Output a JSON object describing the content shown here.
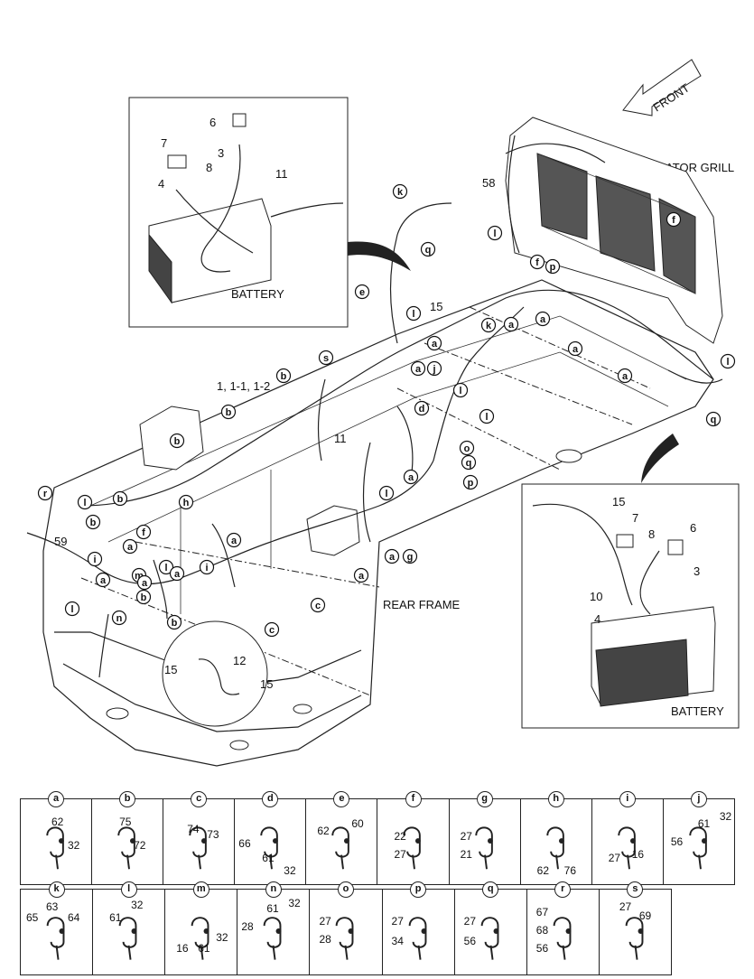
{
  "callouts": {
    "front": "FRONT",
    "radiator_grill": "RADIATOR GRILL",
    "battery_top": "BATTERY",
    "battery_right": "BATTERY",
    "rear_frame": "REAR FRAME",
    "harness": "1, 1-1, 1-2",
    "n58": "58",
    "n59": "59",
    "n11": "11",
    "n15": "15",
    "detail_top": {
      "n6": "6",
      "n7": "7",
      "n3": "3",
      "n8": "8",
      "n11": "11",
      "n4": "4"
    },
    "detail_right": {
      "n15": "15",
      "n7": "7",
      "n8": "8",
      "n6": "6",
      "n3": "3",
      "n10": "10",
      "n4": "4"
    },
    "detail_round": {
      "n12": "12",
      "n15a": "15",
      "n15b": "15"
    }
  },
  "letter_markers": [
    "a",
    "b",
    "c",
    "d",
    "e",
    "f",
    "g",
    "h",
    "i",
    "j",
    "k",
    "l",
    "m",
    "n",
    "o",
    "p",
    "q",
    "r",
    "s"
  ],
  "legend": {
    "row1": [
      {
        "letter": "a",
        "parts": [
          "62",
          "32"
        ]
      },
      {
        "letter": "b",
        "parts": [
          "75",
          "72"
        ]
      },
      {
        "letter": "c",
        "parts": [
          "74",
          "73"
        ]
      },
      {
        "letter": "d",
        "parts": [
          "66",
          "61",
          "32"
        ]
      },
      {
        "letter": "e",
        "parts": [
          "62",
          "60"
        ]
      },
      {
        "letter": "f",
        "parts": [
          "22",
          "27"
        ]
      },
      {
        "letter": "g",
        "parts": [
          "27",
          "21"
        ]
      },
      {
        "letter": "h",
        "parts": [
          "62",
          "76"
        ]
      },
      {
        "letter": "i",
        "parts": [
          "27",
          "16"
        ]
      },
      {
        "letter": "j",
        "parts": [
          "61",
          "32",
          "56"
        ]
      }
    ],
    "row2": [
      {
        "letter": "k",
        "parts": [
          "63",
          "65",
          "64"
        ]
      },
      {
        "letter": "l",
        "parts": [
          "32",
          "61"
        ]
      },
      {
        "letter": "m",
        "parts": [
          "16",
          "61",
          "32"
        ]
      },
      {
        "letter": "n",
        "parts": [
          "61",
          "32",
          "28"
        ]
      },
      {
        "letter": "o",
        "parts": [
          "27",
          "28"
        ]
      },
      {
        "letter": "p",
        "parts": [
          "27",
          "34"
        ]
      },
      {
        "letter": "q",
        "parts": [
          "27",
          "56"
        ]
      },
      {
        "letter": "r",
        "parts": [
          "67",
          "68",
          "56"
        ]
      },
      {
        "letter": "s",
        "parts": [
          "27",
          "69"
        ]
      }
    ]
  }
}
